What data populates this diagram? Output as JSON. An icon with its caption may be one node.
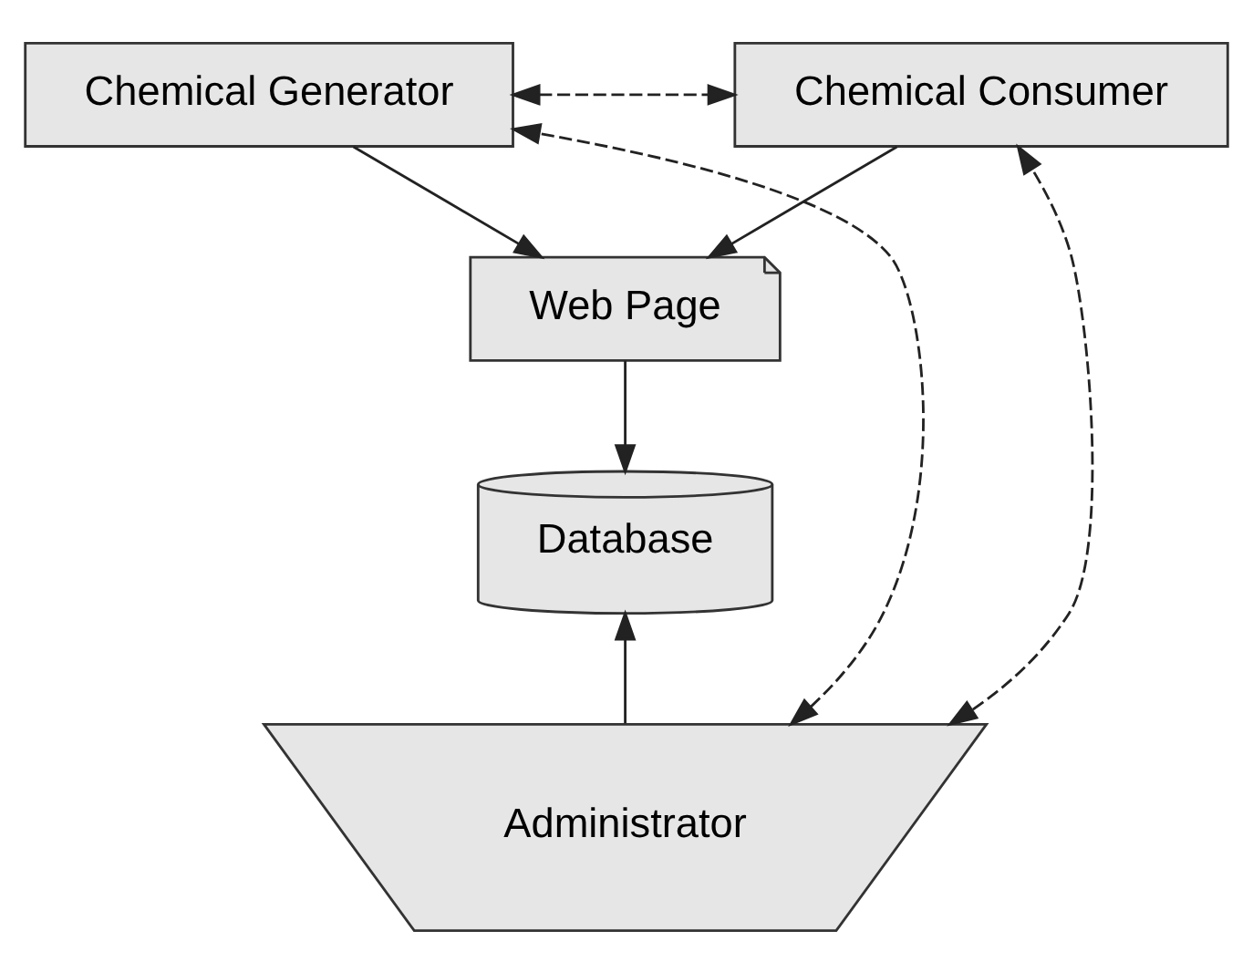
{
  "diagram": {
    "nodes": [
      {
        "text": [
          "Chemical Generator"
        ]
      },
      {
        "text": [
          "Chemical Consumer"
        ]
      },
      {
        "text": [
          "Web Page"
        ]
      },
      {
        "text": [
          "Database"
        ]
      },
      {
        "text": [
          "Administrator"
        ]
      }
    ],
    "edges": [
      {
        "from": 0,
        "to": 1,
        "arrow": "both",
        "style": "dashed"
      },
      {
        "from": 0,
        "to": 2,
        "arrow": "to"
      },
      {
        "from": 1,
        "to": 2,
        "arrow": "to"
      },
      {
        "from": 2,
        "to": 3,
        "arrow": "to"
      },
      {
        "from": 4,
        "to": 3,
        "arrow": "to"
      },
      {
        "from": 4,
        "to": 0,
        "arrow": "both",
        "style": "dashed"
      },
      {
        "from": 4,
        "to": 1,
        "arrow": "both",
        "style": "dashed"
      }
    ]
  }
}
